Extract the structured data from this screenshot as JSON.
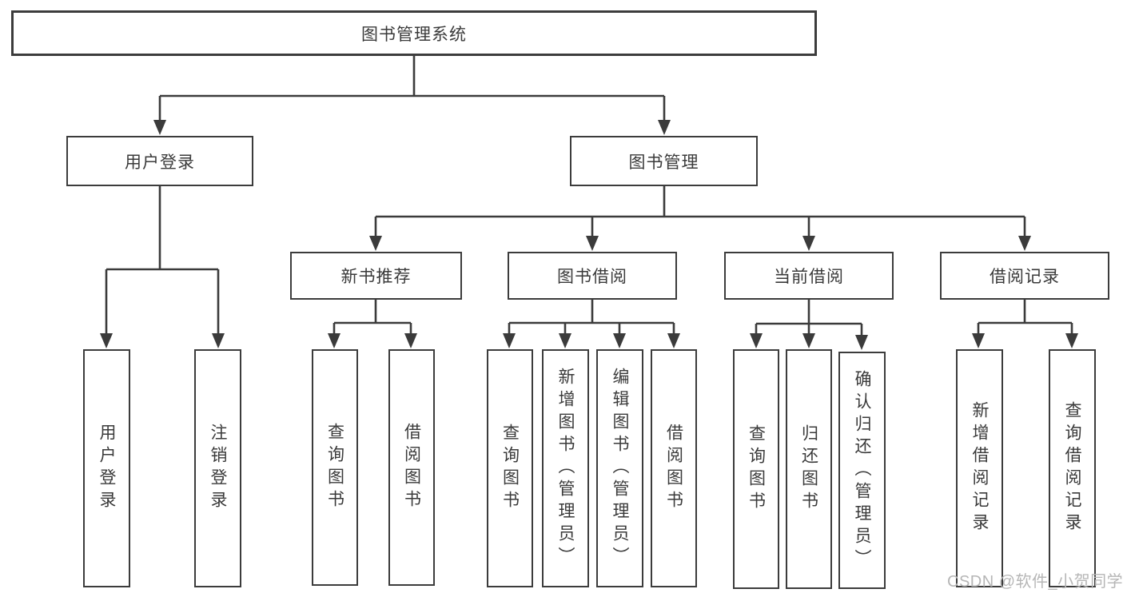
{
  "diagram": {
    "root": {
      "label": "图书管理系统"
    },
    "branches": [
      {
        "label": "用户登录",
        "children": [
          {
            "label": "用户登录"
          },
          {
            "label": "注销登录"
          }
        ]
      },
      {
        "label": "图书管理",
        "groups": [
          {
            "label": "新书推荐",
            "children": [
              {
                "label": "查询图书"
              },
              {
                "label": "借阅图书"
              }
            ]
          },
          {
            "label": "图书借阅",
            "children": [
              {
                "label": "查询图书"
              },
              {
                "label": "新增图书（管理员）"
              },
              {
                "label": "编辑图书（管理员）"
              },
              {
                "label": "借阅图书"
              }
            ]
          },
          {
            "label": "当前借阅",
            "children": [
              {
                "label": "查询图书"
              },
              {
                "label": "归还图书"
              },
              {
                "label": "确认归还（管理员）"
              }
            ]
          },
          {
            "label": "借阅记录",
            "children": [
              {
                "label": "新增借阅记录"
              },
              {
                "label": "查询借阅记录"
              }
            ]
          }
        ]
      }
    ]
  },
  "watermark": {
    "text": "CSDN @软件_小贺同学"
  },
  "colors": {
    "line": "#3b3b3b",
    "box_border": "#3c3c3c",
    "box_fill": "#ffffff",
    "text": "#3a3a3a",
    "watermark": "#b6b6b6"
  }
}
